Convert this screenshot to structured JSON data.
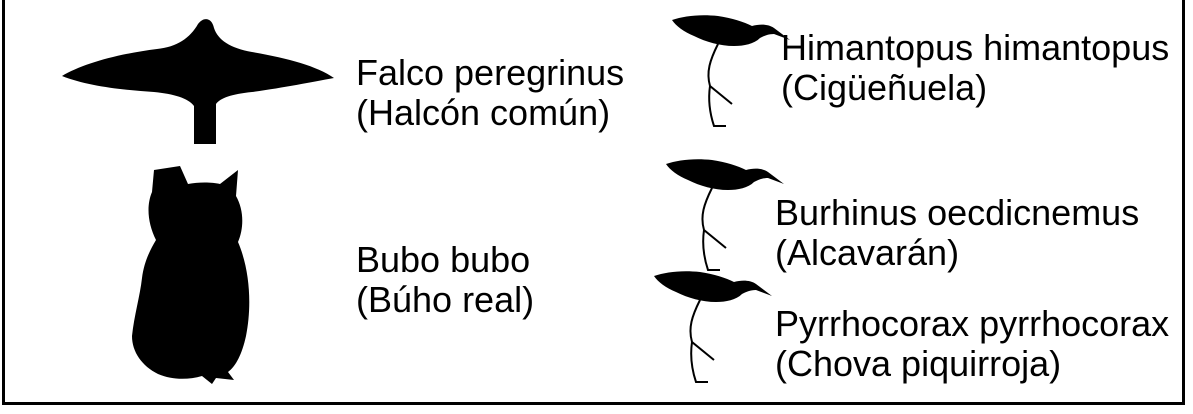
{
  "birds": {
    "falcon": {
      "scientific": "Falco peregrinus",
      "common": "(Halcón común)",
      "icon": "falcon-silhouette"
    },
    "owl": {
      "scientific": "Bubo bubo",
      "common": "(Búho real)",
      "icon": "owl-silhouette"
    },
    "stilt": {
      "scientific": "Himantopus himantopus",
      "common": "(Cigüeñuela)",
      "icon": "stilt-silhouette"
    },
    "curlew": {
      "scientific": "Burhinus oecdicnemus",
      "common": "(Alcavarán)",
      "icon": "stilt-silhouette"
    },
    "chough": {
      "scientific": "Pyrrhocorax pyrrhocorax",
      "common": "(Chova piquirroja)",
      "icon": "stilt-silhouette"
    }
  },
  "colors": {
    "ink": "#000000",
    "background": "#ffffff"
  }
}
